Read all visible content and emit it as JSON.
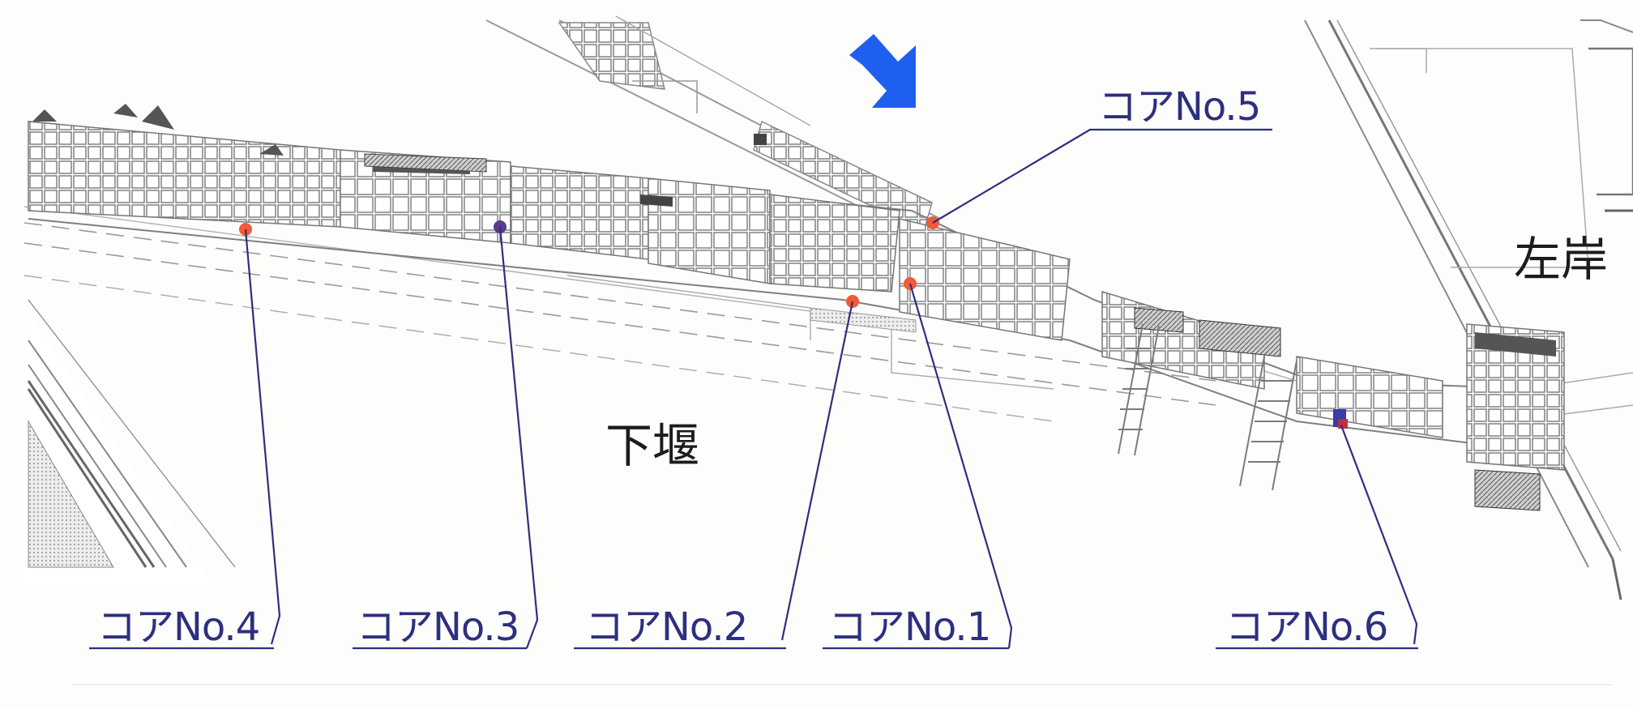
{
  "diagram": {
    "area_labels": {
      "left_bank": "左岸",
      "lower_weir": "下堰"
    },
    "core_labels": [
      {
        "id": "core-1",
        "text": "コアNo.1"
      },
      {
        "id": "core-2",
        "text": "コアNo.2"
      },
      {
        "id": "core-3",
        "text": "コアNo.3"
      },
      {
        "id": "core-4",
        "text": "コアNo.4"
      },
      {
        "id": "core-5",
        "text": "コアNo.5"
      },
      {
        "id": "core-6",
        "text": "コアNo.6"
      }
    ],
    "colors": {
      "leader_line": "#2d2f7f",
      "core_point": "#f25a3a",
      "flow_arrow": "#1f5ff0",
      "drawing_line": "#8c8c8c"
    },
    "icons": {
      "flow_direction": "arrow-down-right-icon"
    }
  }
}
